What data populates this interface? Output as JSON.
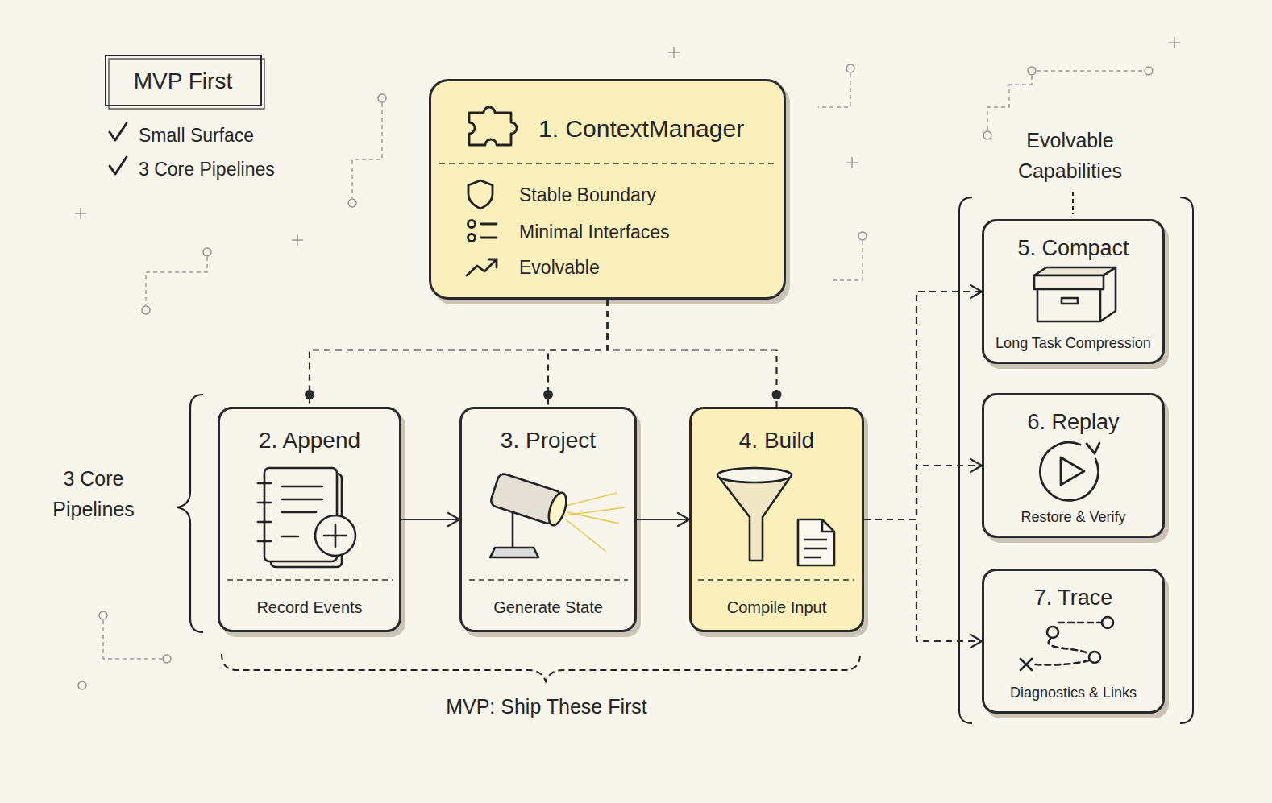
{
  "diagram": {
    "nodes": [
      {
        "text": [
          "MVP First"
        ]
      },
      {
        "text": [
          "1. ContextManager",
          "Stable Boundary",
          "Minimal Interfaces",
          "Evolvable"
        ]
      },
      {
        "text": [
          "2. Append",
          "Record Events"
        ]
      },
      {
        "text": [
          "3. Project",
          "Generate State"
        ]
      },
      {
        "text": [
          "4. Build",
          "Compile Input"
        ]
      },
      {
        "text": [
          "5. Compact",
          "Long Task Compression"
        ]
      },
      {
        "text": [
          "6. Replay",
          "Restore & Verify"
        ]
      },
      {
        "text": [
          "7. Trace",
          "Diagnostics & Links"
        ]
      }
    ],
    "edges": [
      {
        "from": 1,
        "to": 2,
        "arrow": "none"
      },
      {
        "from": 1,
        "to": 3,
        "arrow": "none"
      },
      {
        "from": 1,
        "to": 4,
        "arrow": "none"
      },
      {
        "from": 2,
        "to": 3,
        "arrow": "to"
      },
      {
        "from": 3,
        "to": 4,
        "arrow": "to"
      },
      {
        "from": 4,
        "to": 5,
        "arrow": "to"
      },
      {
        "from": 4,
        "to": 6,
        "arrow": "to"
      },
      {
        "from": 4,
        "to": 7,
        "arrow": "to"
      }
    ],
    "labels": [
      "Small Surface",
      "3 Core Pipelines",
      "3 Core Pipelines",
      "MVP: Ship These First",
      "Evolvable Capabilities"
    ]
  }
}
